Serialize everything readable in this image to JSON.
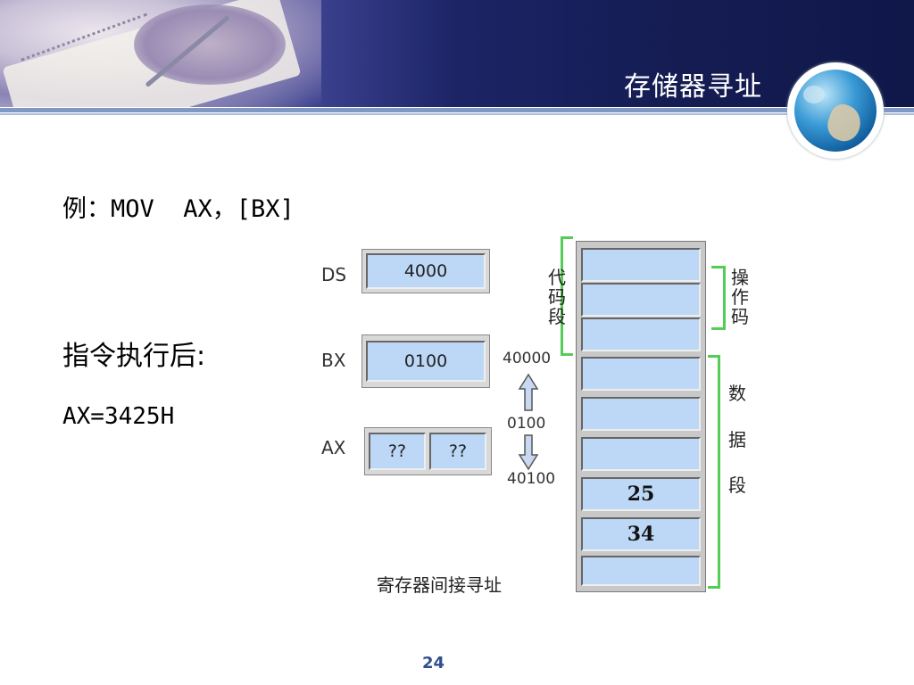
{
  "header": {
    "title": "存储器寻址"
  },
  "content": {
    "example": "例：MOV  AX，[BX]",
    "after_label": "指令执行后:",
    "result": "AX=3425H"
  },
  "diagram": {
    "registers": [
      {
        "name": "DS",
        "values": [
          "4000"
        ]
      },
      {
        "name": "BX",
        "values": [
          "0100"
        ]
      },
      {
        "name": "AX",
        "values": [
          "??",
          "??"
        ]
      }
    ],
    "addresses": {
      "base": "40000",
      "offset": "0100",
      "effective": "40100"
    },
    "memory_cells": [
      "",
      "",
      "",
      "",
      "",
      "",
      "",
      "25",
      "34",
      ""
    ],
    "segments": {
      "code": "代码段",
      "operand": "操作码",
      "data": [
        "数",
        "据",
        "段"
      ]
    },
    "caption": "寄存器间接寻址"
  },
  "footer": {
    "page_number": "24"
  }
}
